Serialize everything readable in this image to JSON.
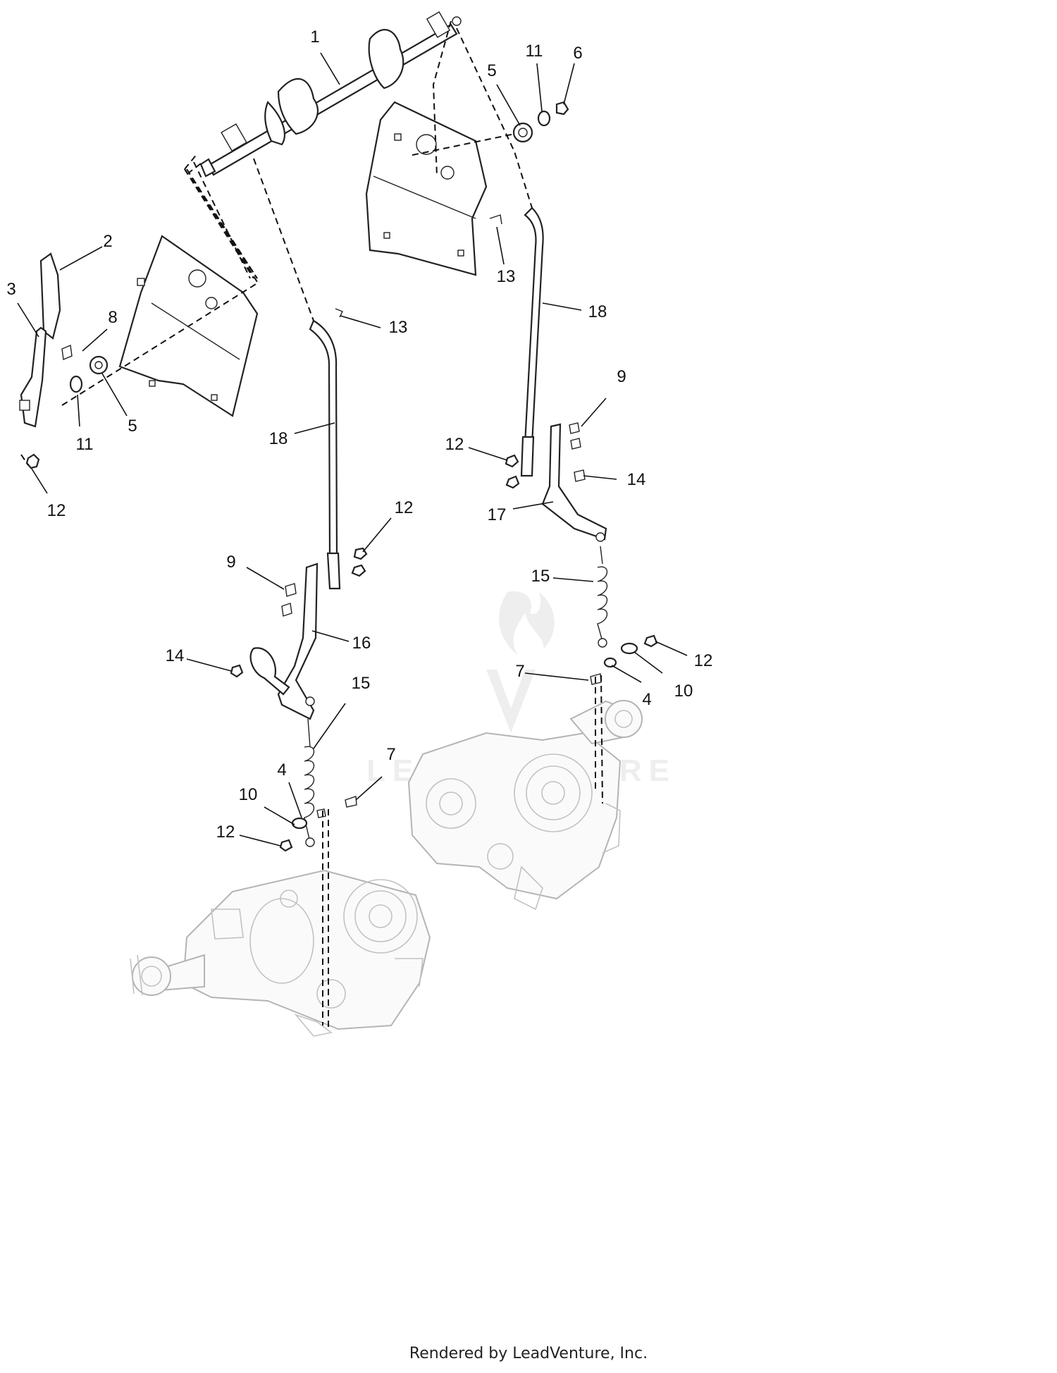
{
  "diagram": {
    "callouts": [
      {
        "id": "c1",
        "label": "1"
      },
      {
        "id": "c2",
        "label": "2"
      },
      {
        "id": "c3",
        "label": "3"
      },
      {
        "id": "c8",
        "label": "8"
      },
      {
        "id": "c5a",
        "label": "5"
      },
      {
        "id": "c11a",
        "label": "11"
      },
      {
        "id": "c12a",
        "label": "12"
      },
      {
        "id": "c5b",
        "label": "5"
      },
      {
        "id": "c11b",
        "label": "11"
      },
      {
        "id": "c6",
        "label": "6"
      },
      {
        "id": "c13a",
        "label": "13"
      },
      {
        "id": "c18a",
        "label": "18"
      },
      {
        "id": "c13b",
        "label": "13"
      },
      {
        "id": "c18b",
        "label": "18"
      },
      {
        "id": "c12b",
        "label": "12"
      },
      {
        "id": "c9a",
        "label": "9"
      },
      {
        "id": "c16",
        "label": "16"
      },
      {
        "id": "c14a",
        "label": "14"
      },
      {
        "id": "c15a",
        "label": "15"
      },
      {
        "id": "c7a",
        "label": "7"
      },
      {
        "id": "c4a",
        "label": "4"
      },
      {
        "id": "c10a",
        "label": "10"
      },
      {
        "id": "c12c",
        "label": "12"
      },
      {
        "id": "c9b",
        "label": "9"
      },
      {
        "id": "c12d",
        "label": "12"
      },
      {
        "id": "c14b",
        "label": "14"
      },
      {
        "id": "c17",
        "label": "17"
      },
      {
        "id": "c15b",
        "label": "15"
      },
      {
        "id": "c12e",
        "label": "12"
      },
      {
        "id": "c7b",
        "label": "7"
      },
      {
        "id": "c4b",
        "label": "4"
      },
      {
        "id": "c10b",
        "label": "10"
      }
    ],
    "watermark": "LEADVENTURE"
  },
  "footer": "Rendered by LeadVenture, Inc."
}
